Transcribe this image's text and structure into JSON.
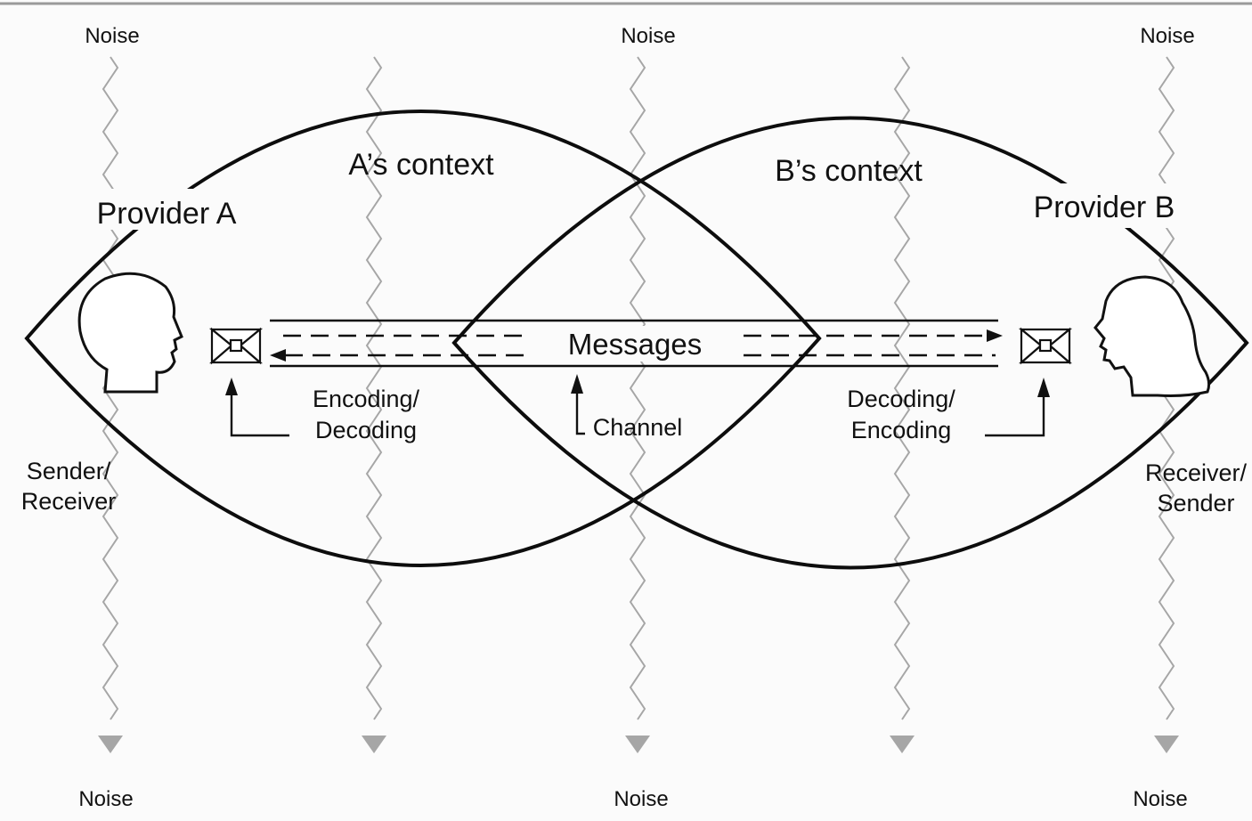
{
  "labels": {
    "noise_top_left": "Noise",
    "noise_top_center": "Noise",
    "noise_top_right": "Noise",
    "noise_bottom_left": "Noise",
    "noise_bottom_center": "Noise",
    "noise_bottom_right": "Noise",
    "a_context": "A’s context",
    "b_context": "B’s context",
    "provider_a": "Provider A",
    "provider_b": "Provider B",
    "messages": "Messages",
    "channel": "Channel",
    "encoding_decoding_1": "Encoding/",
    "encoding_decoding_2": "Decoding",
    "decoding_encoding_1": "Decoding/",
    "decoding_encoding_2": "Encoding",
    "sender_receiver_1": "Sender/",
    "sender_receiver_2": "Receiver",
    "receiver_sender_1": "Receiver/",
    "receiver_sender_2": "Sender"
  },
  "colors": {
    "ink": "#0d0d0d",
    "noise": "#a6a6a6",
    "background": "#fbfbfb"
  }
}
